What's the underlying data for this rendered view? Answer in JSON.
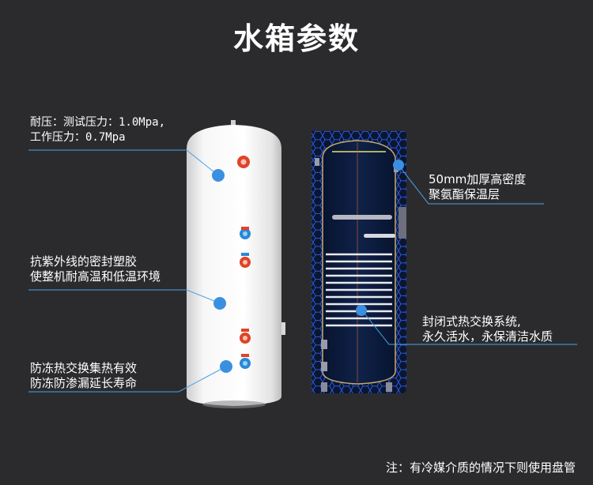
{
  "title": "水箱参数",
  "callouts": {
    "pressure": {
      "line1": "耐压：测试压力：1.0Mpa,",
      "line2": "工作压力：0.7Mpa"
    },
    "uv_seal": {
      "line1": "抗紫外线的密封塑胶",
      "line2": "使整机耐高温和低温环境"
    },
    "antifreeze": {
      "line1": "防冻热交换集热有效",
      "line2": "防冻防渗漏延长寿命"
    },
    "insulation": {
      "line1": "50mm加厚高密度",
      "line2": "聚氨酯保温层"
    },
    "heat_exchange": {
      "line1": "封闭式热交换系统,",
      "line2": "永久活水，永保清洁水质"
    }
  },
  "footnote": "注：有冷媒介质的情况下则使用盘管",
  "colors": {
    "background": "#2b2b2e",
    "callout_line": "#4aa3e8",
    "callout_dot": "#3b8fe0",
    "tank_body": "#f4f4f4",
    "tank_cutaway": "#0c1a3c",
    "insulation_hex": "#2c58d6",
    "fitting_red": "#e04326",
    "fitting_blue": "#2a88d6"
  },
  "icons": {
    "tank": "water-tank-image",
    "cutaway": "tank-cutaway-diagram",
    "fittings": [
      "pipe-fitting-icon"
    ]
  }
}
